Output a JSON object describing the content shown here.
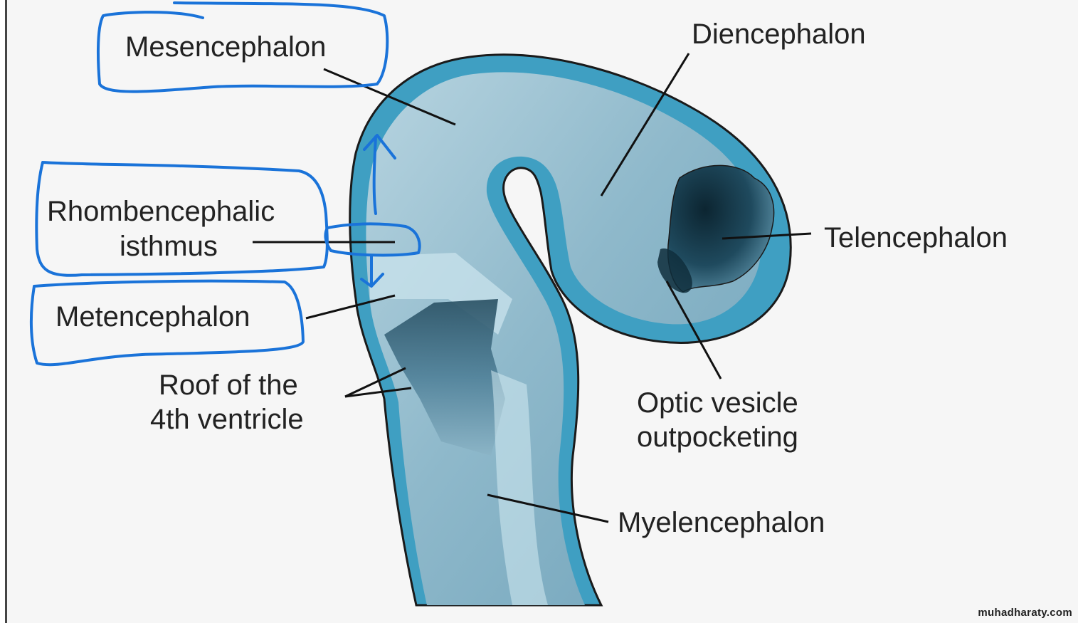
{
  "labels": {
    "mesencephalon": "Mesencephalon",
    "diencephalon": "Diencephalon",
    "rhombencephalic_isthmus_line1": "Rhombencephalic",
    "rhombencephalic_isthmus_line2": "isthmus",
    "telencephalon": "Telencephalon",
    "metencephalon": "Metencephalon",
    "roof_line1": "Roof of the",
    "roof_line2": "4th ventricle",
    "optic_line1": "Optic vesicle",
    "optic_line2": "outpocketing",
    "myelencephalon": "Myelencephalon"
  },
  "watermark": "muhadharaty.com",
  "colors": {
    "outer_wall": "#3f9fc2",
    "inner_tissue": "#8db9cc",
    "highlight": "#c9e3ec",
    "dark_cavity": "#0f2e3c",
    "annotation_ink": "#1a73d9",
    "leader_lines": "#111111"
  }
}
